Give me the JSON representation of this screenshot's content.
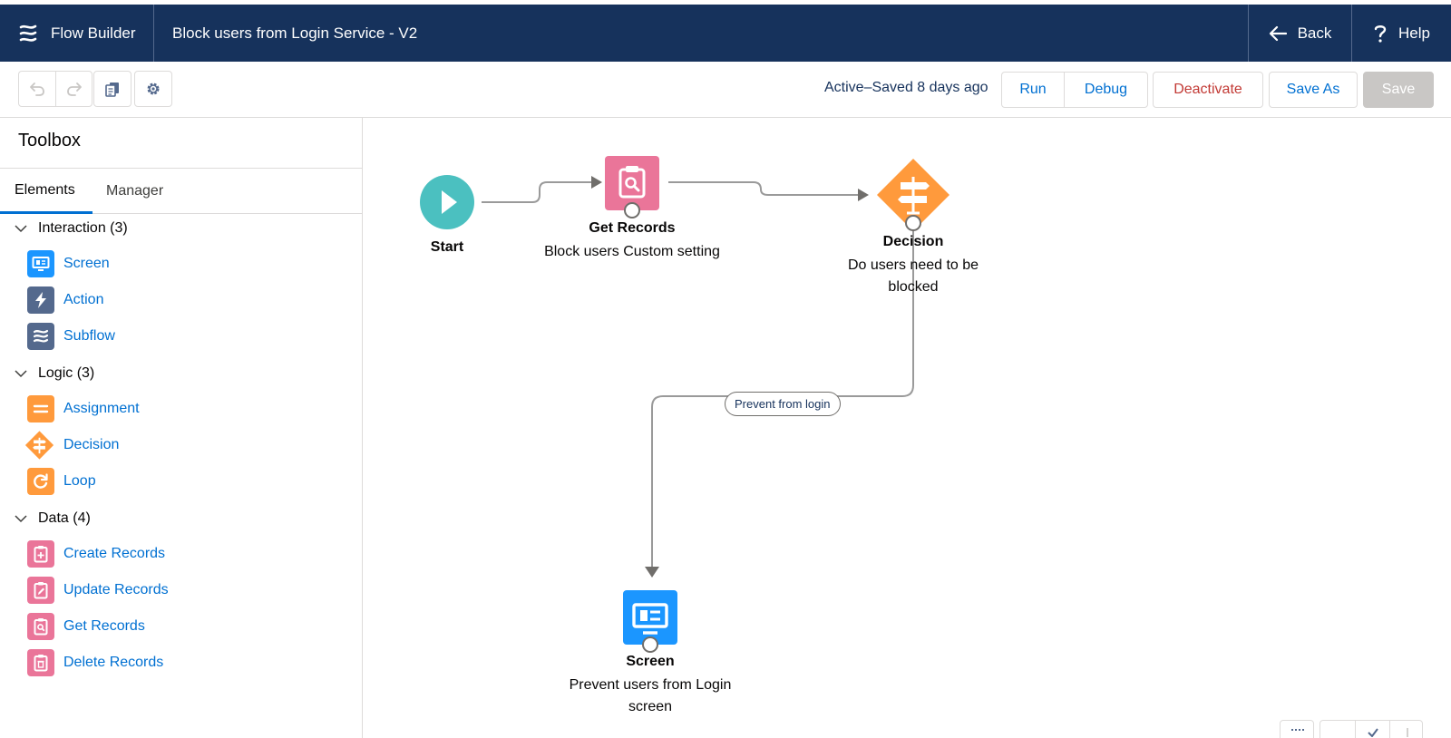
{
  "header": {
    "app_name": "Flow Builder",
    "flow_title": "Block users from Login Service - V2",
    "back_label": "Back",
    "help_label": "Help"
  },
  "toolbar": {
    "status": "Active–Saved 8 days ago",
    "run_label": "Run",
    "debug_label": "Debug",
    "deactivate_label": "Deactivate",
    "save_as_label": "Save As",
    "save_label": "Save"
  },
  "toolbox": {
    "title": "Toolbox",
    "tabs": [
      {
        "label": "Elements",
        "active": true
      },
      {
        "label": "Manager",
        "active": false
      }
    ],
    "sections": [
      {
        "label": "Interaction (3)",
        "items": [
          {
            "label": "Screen",
            "icon": "screen-icon",
            "color": "#1b96ff"
          },
          {
            "label": "Action",
            "icon": "lightning-icon",
            "color": "#54698d"
          },
          {
            "label": "Subflow",
            "icon": "flow-icon",
            "color": "#54698d"
          }
        ]
      },
      {
        "label": "Logic (3)",
        "items": [
          {
            "label": "Assignment",
            "icon": "equals-icon",
            "color": "#ff9a3c"
          },
          {
            "label": "Decision",
            "icon": "signpost-icon",
            "color": "#ff9a3c"
          },
          {
            "label": "Loop",
            "icon": "loop-icon",
            "color": "#ff9a3c"
          }
        ]
      },
      {
        "label": "Data (4)",
        "items": [
          {
            "label": "Create Records",
            "icon": "record-create-icon",
            "color": "#ea7599"
          },
          {
            "label": "Update Records",
            "icon": "record-update-icon",
            "color": "#ea7599"
          },
          {
            "label": "Get Records",
            "icon": "record-lookup-icon",
            "color": "#ea7599"
          },
          {
            "label": "Delete Records",
            "icon": "record-delete-icon",
            "color": "#ea7599"
          }
        ]
      }
    ]
  },
  "canvas": {
    "nodes": {
      "start": {
        "title": "Start",
        "color": "#4bc0c0"
      },
      "get_records": {
        "title": "Get Records",
        "subtitle": "Block users Custom setting",
        "color": "#ea7599"
      },
      "decision": {
        "title": "Decision",
        "subtitle": "Do users need to be blocked",
        "color": "#ff9a3c"
      },
      "screen": {
        "title": "Screen",
        "subtitle": "Prevent users from Login screen",
        "color": "#1b96ff"
      }
    },
    "connector_label": "Prevent from login"
  }
}
